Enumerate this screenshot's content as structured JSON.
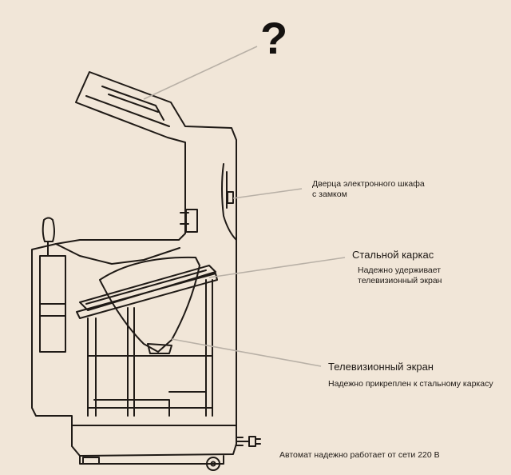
{
  "question_mark": "?",
  "callouts": {
    "door": {
      "line1": "Дверца электронного шкафа",
      "line2": "с замком"
    },
    "frame": {
      "title": "Стальной каркас",
      "line1": "Надежно удерживает",
      "line2": "телевизионный экран"
    },
    "screen": {
      "title": "Телевизионный экран",
      "desc": "Надежно прикреплен к стальному каркасу"
    },
    "power": {
      "text": "Автомат надежно работает от сети 220 В"
    }
  },
  "colors": {
    "background": "#f1e6d8",
    "ink": "#1f1a16",
    "leader_line": "#b8b0a6"
  }
}
